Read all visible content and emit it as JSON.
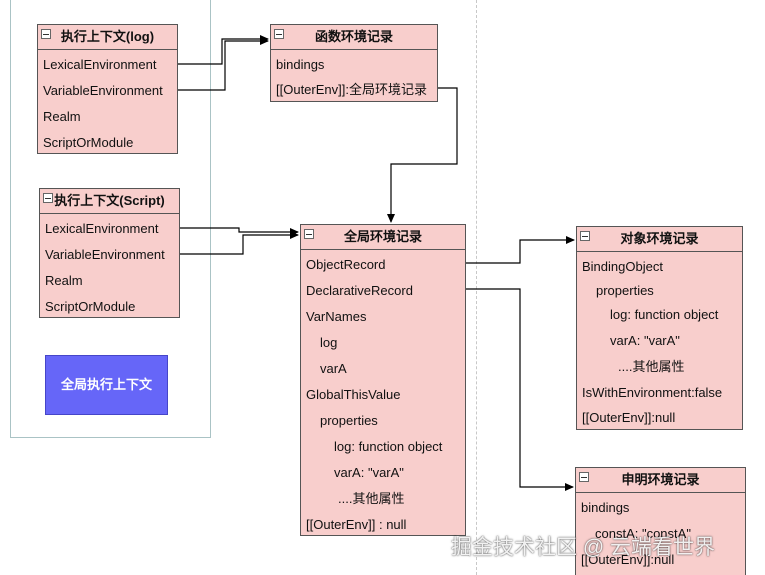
{
  "ctx_log": {
    "title": "执行上下文(log)",
    "fields": [
      "LexicalEnvironment",
      "VariableEnvironment",
      "Realm",
      "ScriptOrModule"
    ]
  },
  "ctx_script": {
    "title": "执行上下文(Script)",
    "fields": [
      "LexicalEnvironment",
      "VariableEnvironment",
      "Realm",
      "ScriptOrModule"
    ]
  },
  "global_context_label": "全局执行上下文",
  "function_env": {
    "title": "函数环境记录",
    "fields": [
      "bindings",
      "[[OuterEnv]]:全局环境记录"
    ]
  },
  "global_env": {
    "title": "全局环境记录",
    "fields": [
      "ObjectRecord",
      "DeclarativeRecord",
      "VarNames",
      "log",
      "varA",
      "GlobalThisValue",
      "properties",
      "log: function object",
      "varA:  \"varA\"",
      "....其他属性",
      "[[OuterEnv]] :   null"
    ]
  },
  "object_env": {
    "title": "对象环境记录",
    "fields": [
      "BindingObject",
      "properties",
      "log: function object",
      "varA: \"varA\"",
      "....其他属性",
      "IsWithEnvironment:false",
      "[[OuterEnv]]:null"
    ]
  },
  "declarative_env": {
    "title": "申明环境记录",
    "fields": [
      "bindings",
      "constA: \"constA\"",
      "[[OuterEnv]]:null"
    ]
  },
  "watermark": "掘金技术社区 @ 云端看世界",
  "colors": {
    "box_fill": "#f8cecc",
    "box_border": "#555555",
    "global_context_fill": "#6666f8",
    "arrow": "#000000"
  }
}
